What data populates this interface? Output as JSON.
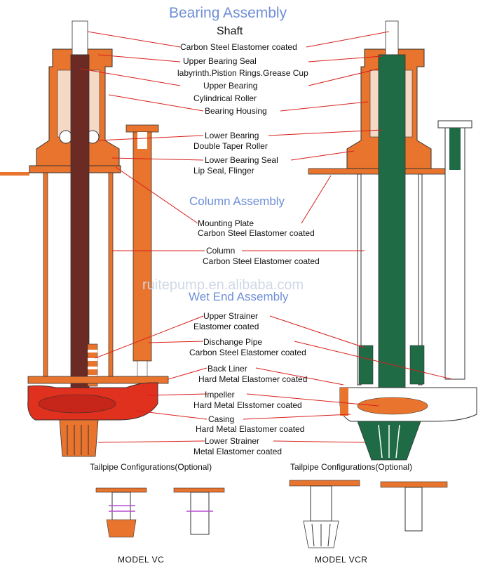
{
  "title": "Bearing Assembly",
  "sections": {
    "column": "Column Assembly",
    "wet_end": "Wet End Assembly"
  },
  "watermark": "ruitepump.en.alibaba.com",
  "labels": {
    "shaft": "Shaft",
    "shaft_material": "Carbon Steel  Elastomer coated",
    "upper_seal": "Upper Bearing  Seal",
    "upper_seal_detail": "labyrinth.Pistion Rings.Grease Cup",
    "upper_bearing": "Upper  Bearing",
    "upper_bearing_detail": "Cylindrical  Roller",
    "bearing_housing": "Bearing Housing",
    "lower_bearing": "Lower Bearing",
    "lower_bearing_detail": "Double Taper Roller",
    "lower_seal": "Lower Bearing Seal",
    "lower_seal_detail": "Lip Seal, Flinger",
    "mounting_plate": "Mounting Plate",
    "mounting_plate_material": "Carbon Steel   Elastomer coated",
    "column": "Column",
    "column_material": "Carbon Steel   Elastomer coated",
    "upper_strainer": "Upper Strainer",
    "upper_strainer_material": "Elastomer coated",
    "discharge_pipe": "Dischange Pipe",
    "discharge_pipe_material": "Carbon Steel    Elastomer coated",
    "back_liner": "Back Liner",
    "back_liner_material": "Hard Metal          Elastomer coated",
    "impeller": "Impeller",
    "impeller_material": "Hard Metal  Elsstomer coated",
    "casing": "Casing",
    "casing_material": "Hard Metal     Elastomer coated",
    "lower_strainer": "Lower Strainer",
    "lower_strainer_material": "Metal     Elastomer coated"
  },
  "tailpipe": {
    "left": "Tailpipe Configurations(Optional)",
    "right": "Tailpipe Configurations(Optional)"
  },
  "models": {
    "vc": "MODEL VC",
    "vcr": "MODEL VCR"
  },
  "colors": {
    "orange": "#e8742e",
    "shaft_brown": "#6b2a24",
    "casing_red": "#e0301e",
    "green": "#1f6b45",
    "heading_blue": "#6f8fd6",
    "leader_red": "#d8201c"
  }
}
